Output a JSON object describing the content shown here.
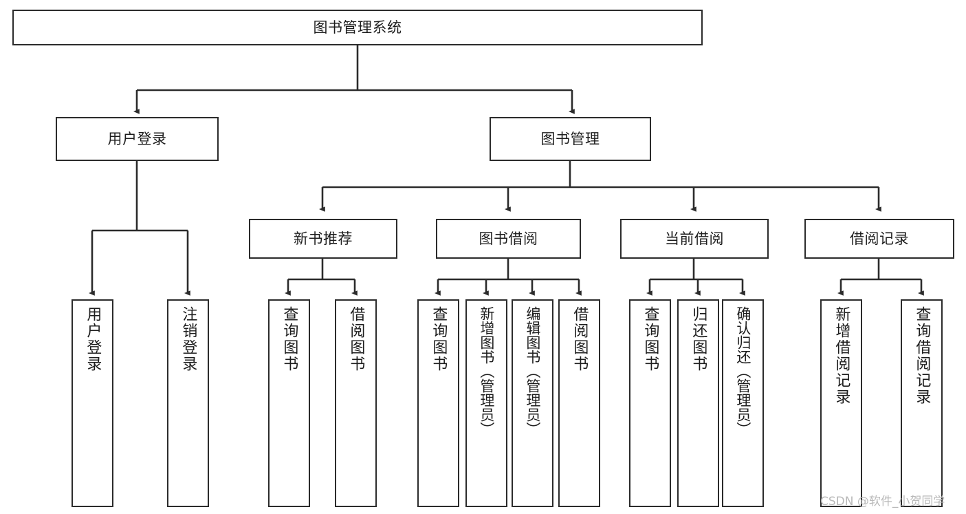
{
  "diagram": {
    "title": "图书管理系统",
    "type": "tree-hierarchy",
    "background_color": "#ffffff",
    "line_color": "#2b2b2b",
    "text_color": "#1d1d1d"
  },
  "root": {
    "label": "图书管理系统"
  },
  "level2": [
    {
      "label": "用户登录"
    },
    {
      "label": "图书管理"
    }
  ],
  "level3": [
    {
      "label": "新书推荐"
    },
    {
      "label": "图书借阅"
    },
    {
      "label": "当前借阅"
    },
    {
      "label": "借阅记录"
    }
  ],
  "leaves": {
    "user_login": [
      {
        "label": "用户登录"
      },
      {
        "label": "注销登录"
      }
    ],
    "new_book": [
      {
        "label": "查询图书"
      },
      {
        "label": "借阅图书"
      }
    ],
    "book_borrow": [
      {
        "label": "查询图书"
      },
      {
        "label": "新增图书（管理员）"
      },
      {
        "label": "编辑图书（管理员）"
      },
      {
        "label": "借阅图书"
      }
    ],
    "current_borrow": [
      {
        "label": "查询图书"
      },
      {
        "label": "归还图书"
      },
      {
        "label": "确认归还（管理员）"
      }
    ],
    "borrow_record": [
      {
        "label": "新增借阅记录"
      },
      {
        "label": "查询借阅记录"
      }
    ]
  },
  "watermark": {
    "text": "CSDN @软件_小贺同学"
  }
}
